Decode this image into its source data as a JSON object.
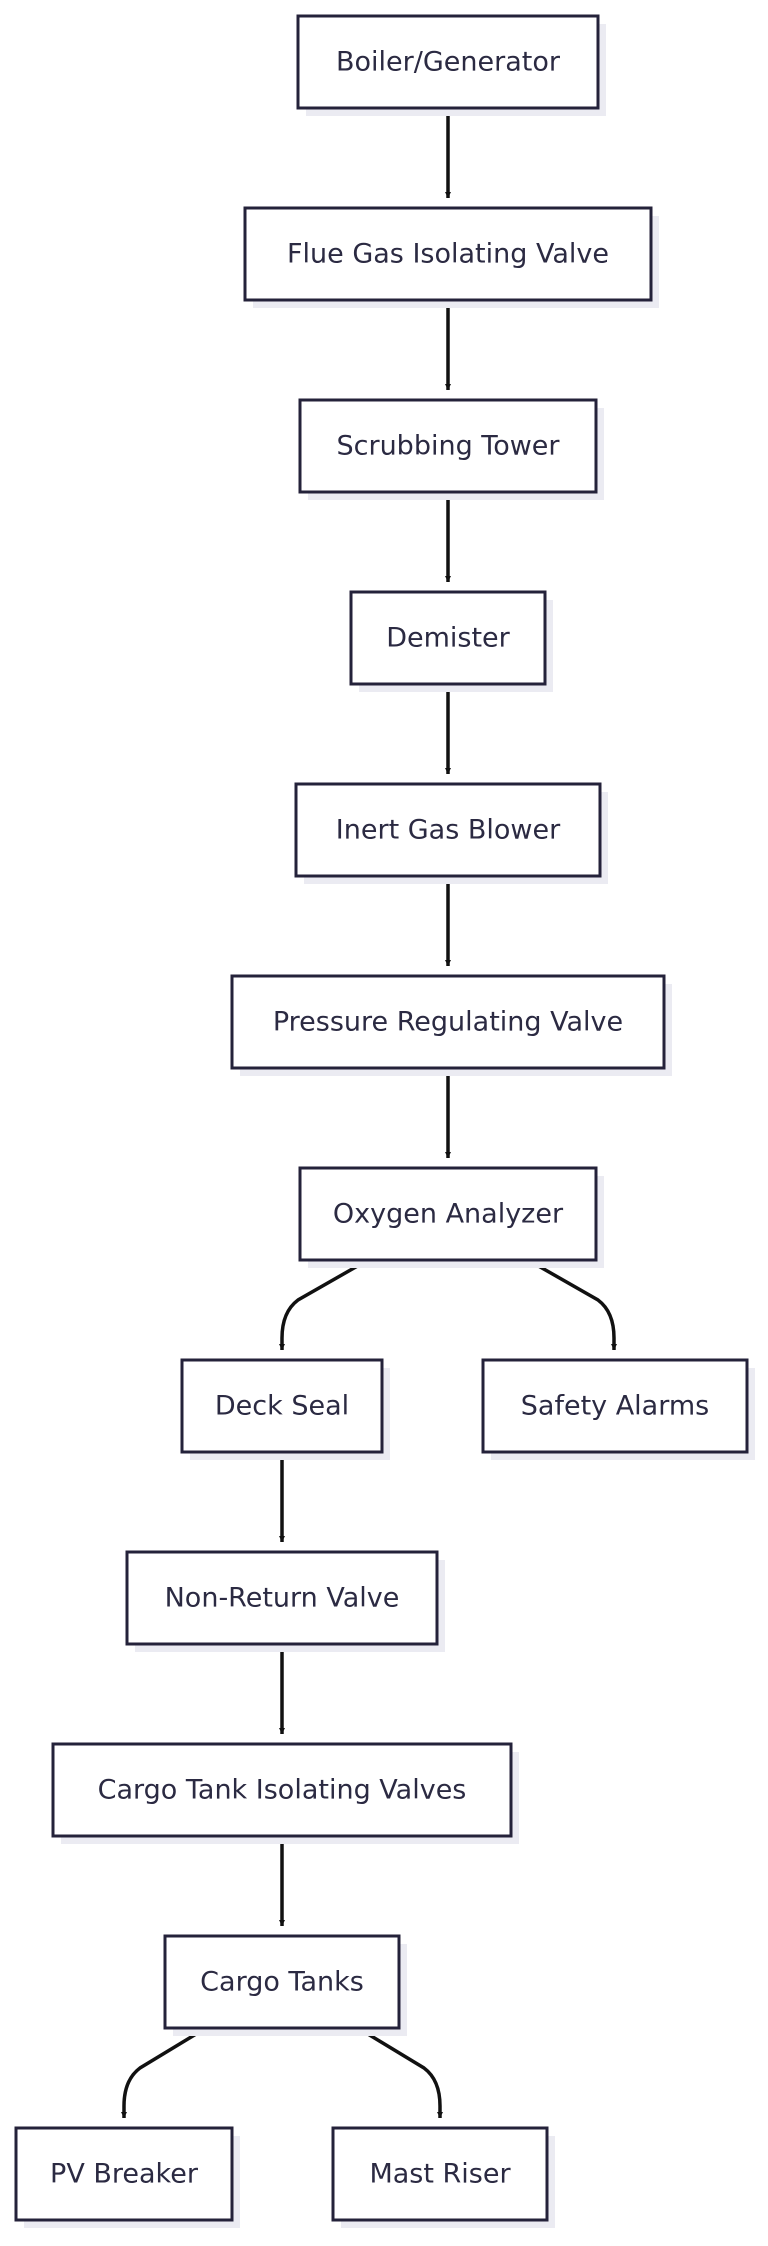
{
  "diagram": {
    "nodes": [
      {
        "id": "boiler",
        "label": "Boiler/Generator"
      },
      {
        "id": "flue",
        "label": "Flue Gas Isolating Valve"
      },
      {
        "id": "scrub",
        "label": "Scrubbing Tower"
      },
      {
        "id": "demist",
        "label": "Demister"
      },
      {
        "id": "blower",
        "label": "Inert Gas Blower"
      },
      {
        "id": "prv",
        "label": "Pressure Regulating Valve"
      },
      {
        "id": "oxy",
        "label": "Oxygen Analyzer"
      },
      {
        "id": "seal",
        "label": "Deck Seal"
      },
      {
        "id": "alarm",
        "label": "Safety Alarms"
      },
      {
        "id": "nrv",
        "label": "Non-Return Valve"
      },
      {
        "id": "ctiv",
        "label": "Cargo Tank Isolating Valves"
      },
      {
        "id": "tanks",
        "label": "Cargo Tanks"
      },
      {
        "id": "pv",
        "label": "PV Breaker"
      },
      {
        "id": "mast",
        "label": "Mast Riser"
      }
    ],
    "edges": [
      {
        "from": "boiler",
        "to": "flue"
      },
      {
        "from": "flue",
        "to": "scrub"
      },
      {
        "from": "scrub",
        "to": "demist"
      },
      {
        "from": "demist",
        "to": "blower"
      },
      {
        "from": "blower",
        "to": "prv"
      },
      {
        "from": "prv",
        "to": "oxy"
      },
      {
        "from": "oxy",
        "to": "seal"
      },
      {
        "from": "oxy",
        "to": "alarm"
      },
      {
        "from": "seal",
        "to": "nrv"
      },
      {
        "from": "nrv",
        "to": "ctiv"
      },
      {
        "from": "ctiv",
        "to": "tanks"
      },
      {
        "from": "tanks",
        "to": "pv"
      },
      {
        "from": "tanks",
        "to": "mast"
      }
    ]
  }
}
